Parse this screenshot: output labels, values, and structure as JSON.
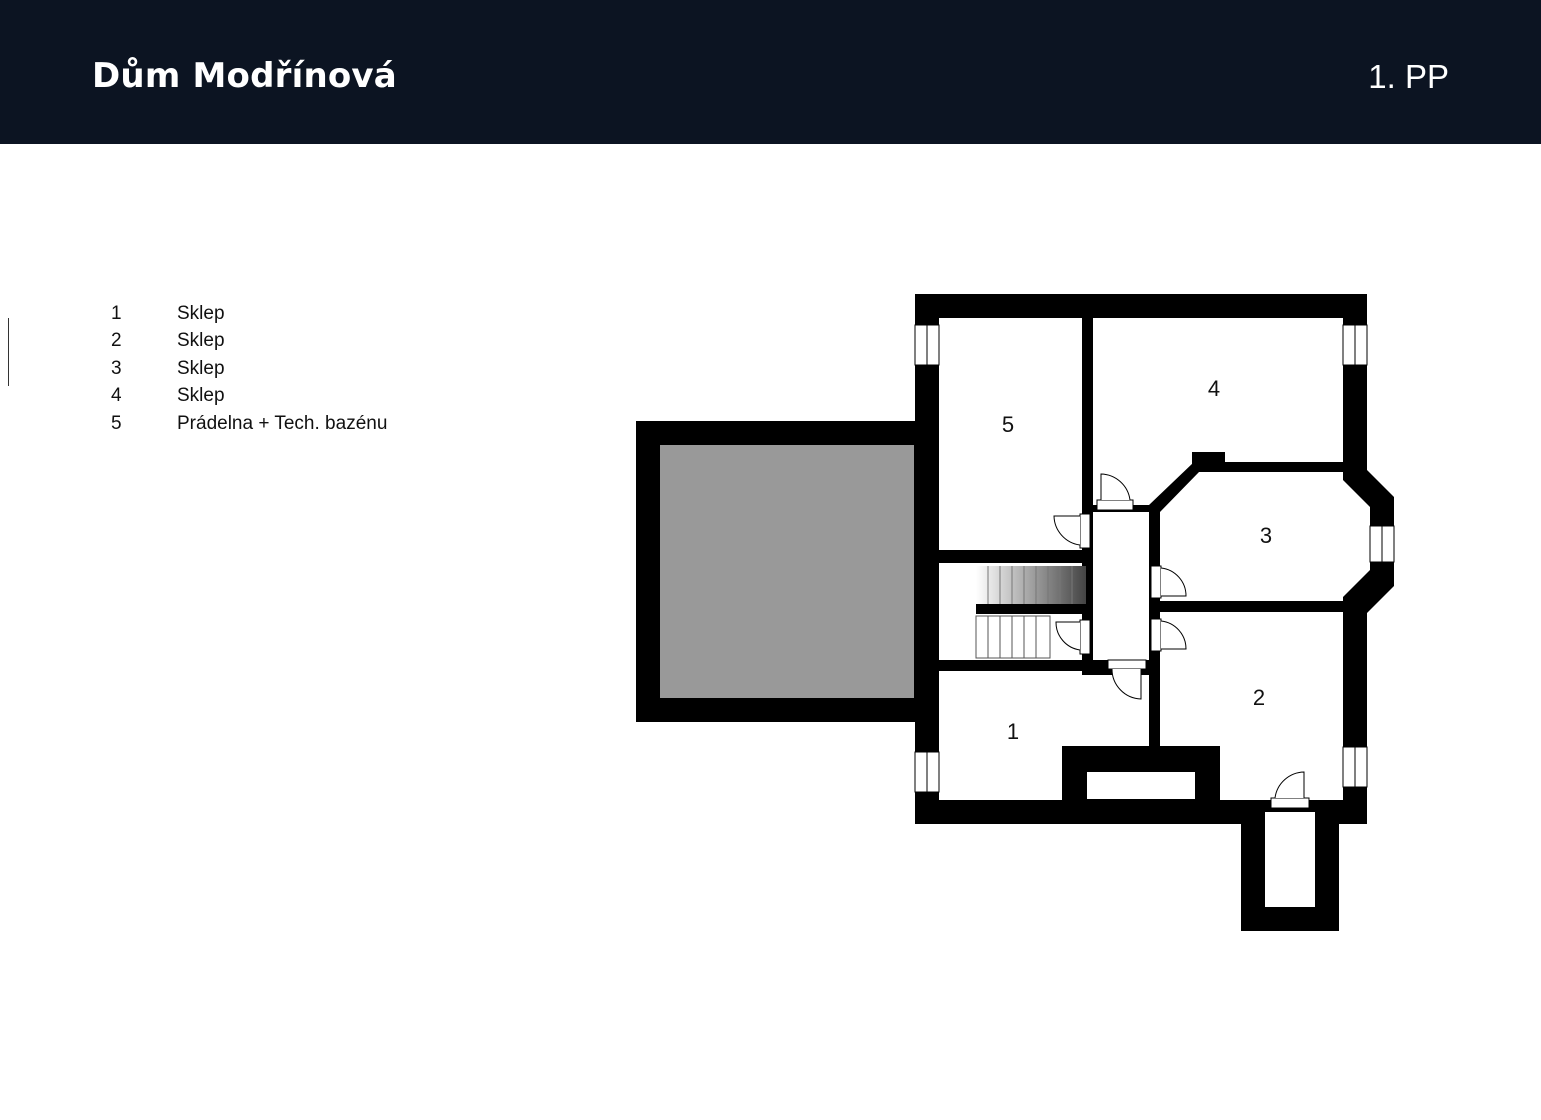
{
  "header": {
    "title": "Dům Modřínová",
    "floor_label": "1. PP"
  },
  "legend": [
    {
      "number": "1",
      "label": "Sklep"
    },
    {
      "number": "2",
      "label": "Sklep"
    },
    {
      "number": "3",
      "label": "Sklep"
    },
    {
      "number": "4",
      "label": "Sklep"
    },
    {
      "number": "5",
      "label": "Prádelna + Tech. bazénu"
    }
  ],
  "plan": {
    "rooms": [
      "1",
      "2",
      "3",
      "4",
      "5"
    ],
    "colors": {
      "wall": "#000000",
      "pool": "#999999",
      "header_bg": "#0c1422"
    }
  }
}
